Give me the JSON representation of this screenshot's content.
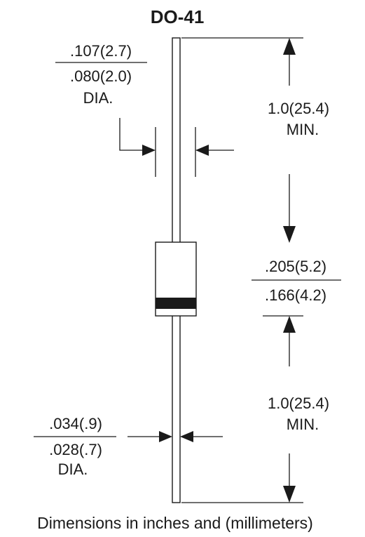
{
  "title": "DO-41",
  "body_diameter": {
    "max": ".107(2.7)",
    "min": ".080(2.0)",
    "unit": "DIA."
  },
  "top_lead_length": {
    "value": "1.0(25.4)",
    "qualifier": "MIN."
  },
  "body_length": {
    "max": ".205(5.2)",
    "min": ".166(4.2)"
  },
  "bottom_lead_length": {
    "value": "1.0(25.4)",
    "qualifier": "MIN."
  },
  "lead_diameter": {
    "max": ".034(.9)",
    "min": ".028(.7)",
    "unit": "DIA."
  },
  "caption": "Dimensions in inches and (millimeters)"
}
